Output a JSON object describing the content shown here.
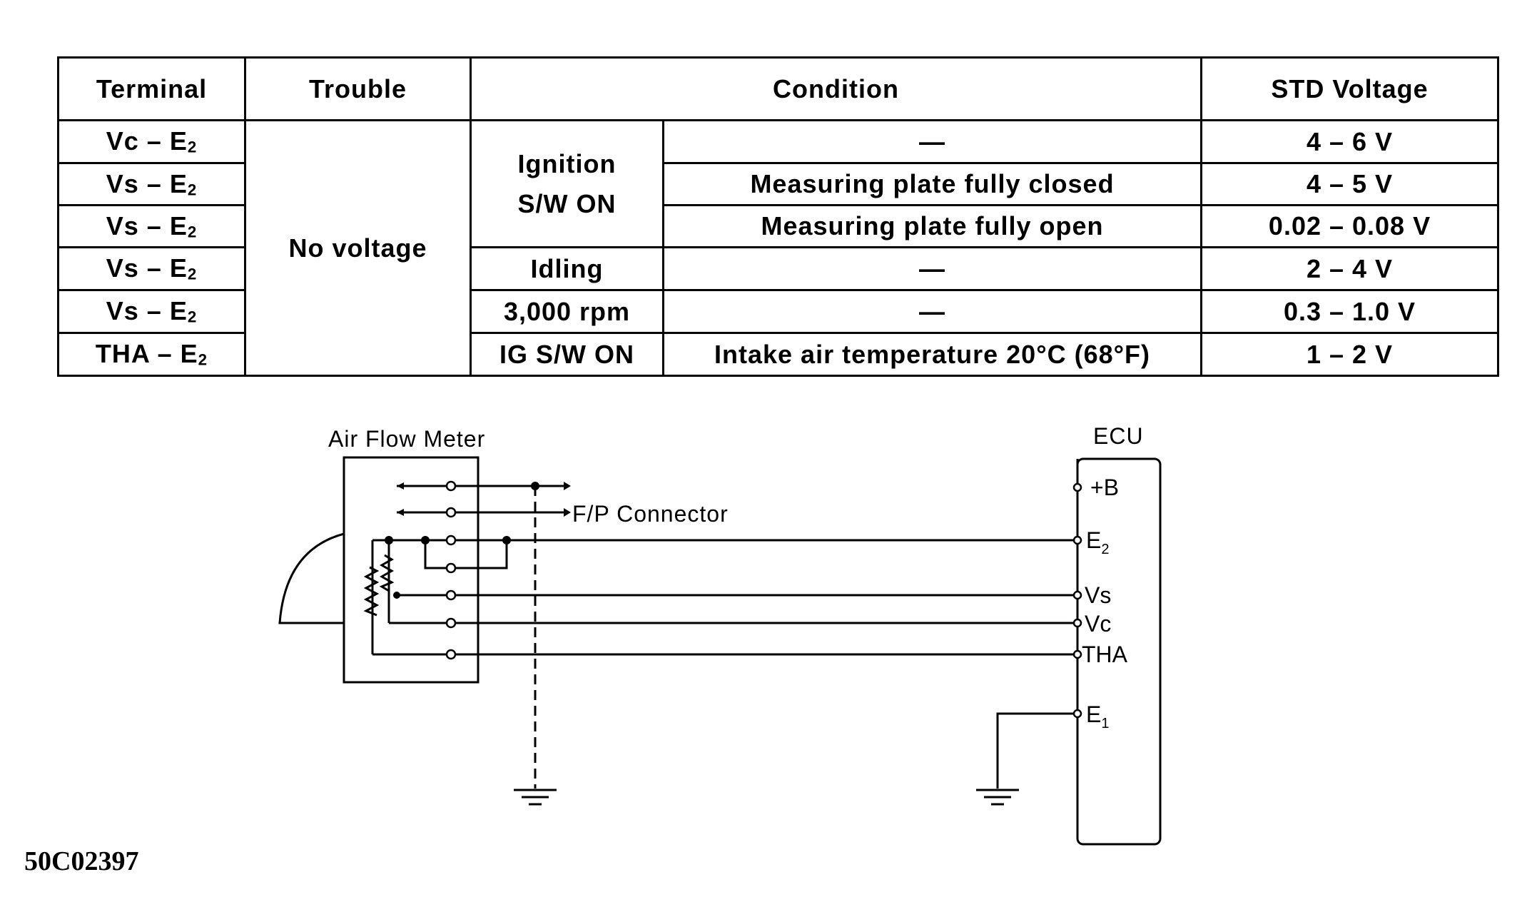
{
  "table": {
    "headers": {
      "terminal": "Terminal",
      "trouble": "Trouble",
      "condition": "Condition",
      "std_voltage": "STD Voltage"
    },
    "trouble_value": "No voltage",
    "condition_groups": {
      "ignition_line1": "Ignition",
      "ignition_line2": "S/W ON",
      "idling": "Idling",
      "rpm": "3,000 rpm",
      "ig_sw_on": "IG S/W ON"
    },
    "rows": [
      {
        "terminal_a": "Vc",
        "dash": "–",
        "terminal_b": "E",
        "terminal_b_sub": "2",
        "detail": "—",
        "voltage": "4 – 6 V"
      },
      {
        "terminal_a": "Vs",
        "dash": "–",
        "terminal_b": "E",
        "terminal_b_sub": "2",
        "detail": "Measuring plate fully closed",
        "voltage": "4 – 5 V"
      },
      {
        "terminal_a": "Vs",
        "dash": "–",
        "terminal_b": "E",
        "terminal_b_sub": "2",
        "detail": "Measuring plate fully open",
        "voltage": "0.02 – 0.08 V"
      },
      {
        "terminal_a": "Vs",
        "dash": "–",
        "terminal_b": "E",
        "terminal_b_sub": "2",
        "detail": "—",
        "voltage": "2 – 4 V"
      },
      {
        "terminal_a": "Vs",
        "dash": "–",
        "terminal_b": "E",
        "terminal_b_sub": "2",
        "detail": "—",
        "voltage": "0.3 – 1.0 V"
      },
      {
        "terminal_a": "THA",
        "dash": "–",
        "terminal_b": "E",
        "terminal_b_sub": "2",
        "detail": "Intake air temperature 20°C (68°F)",
        "voltage": "1 – 2 V"
      }
    ]
  },
  "diagram": {
    "meter_label": "Air Flow Meter",
    "fp_connector_label": "F/P Connector",
    "ecu_label": "ECU",
    "ecu_pins": {
      "plus_b": "+B",
      "e2": "E",
      "e2_sub": "2",
      "vs": "Vs",
      "vc": "Vc",
      "tha": "THA",
      "e1": "E",
      "e1_sub": "1"
    }
  },
  "figure_code": "50C02397"
}
